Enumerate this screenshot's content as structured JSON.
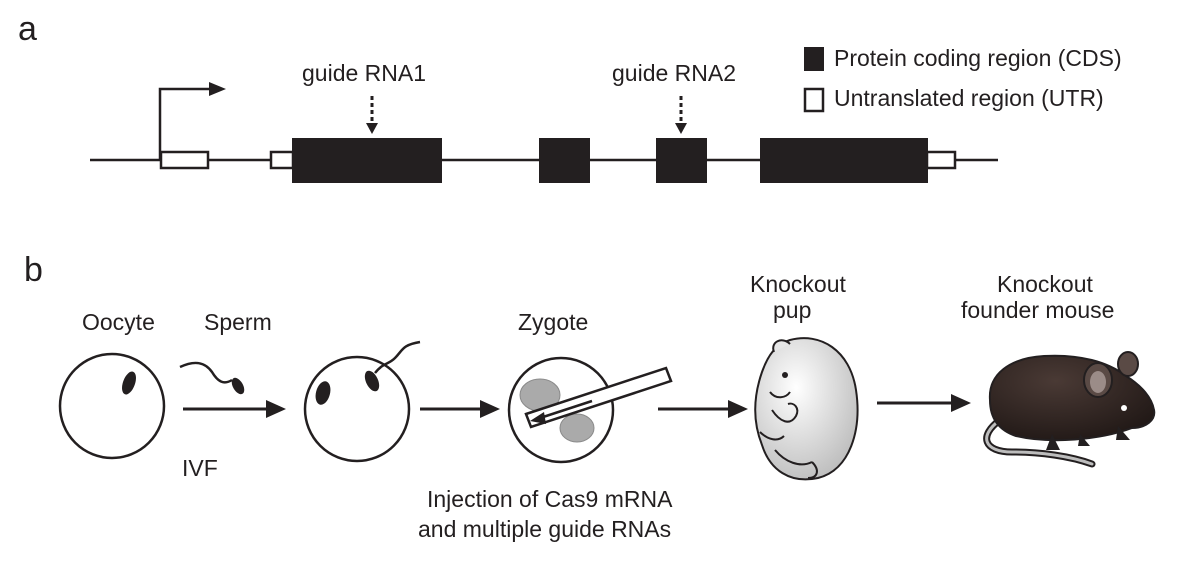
{
  "panel_a": {
    "letter": "a",
    "guide_rna_1": "guide RNA1",
    "guide_rna_2": "guide RNA2",
    "legend": {
      "cds": "Protein coding region (CDS)",
      "utr": "Untranslated region (UTR)"
    }
  },
  "panel_b": {
    "letter": "b",
    "oocyte": "Oocyte",
    "sperm": "Sperm",
    "ivf": "IVF",
    "zygote": "Zygote",
    "injection_line1": "Injection of Cas9 mRNA",
    "injection_line2": "and multiple guide RNAs",
    "pup_line1": "Knockout",
    "pup_line2": "pup",
    "founder_line1": "Knockout",
    "founder_line2": "founder mouse"
  },
  "colors": {
    "ink": "#231f20",
    "cell_fill": "#ffffff",
    "nucleus": "#aaaaaa",
    "pup_body": "#d8d8d8",
    "mouse_body": "#2a1f1c"
  }
}
